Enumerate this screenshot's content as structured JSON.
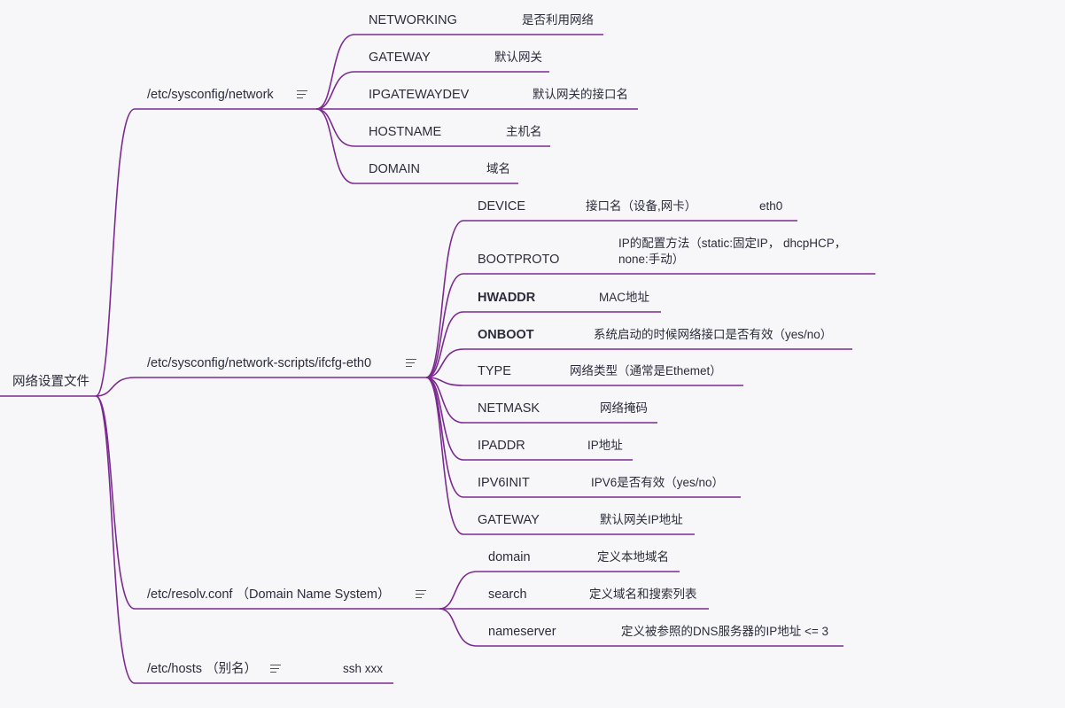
{
  "colors": {
    "branch": "#7b2a8e",
    "text": "#2c2c3a"
  },
  "root": {
    "label": "网络设置文件"
  },
  "topics": [
    {
      "label": "/etc/sysconfig/network",
      "note_icon": "notes-icon",
      "children": [
        {
          "key": "NETWORKING",
          "desc": "是否利用网络"
        },
        {
          "key": "GATEWAY",
          "desc": "默认网关"
        },
        {
          "key": "IPGATEWAYDEV",
          "desc": "默认网关的接口名"
        },
        {
          "key": "HOSTNAME",
          "desc": "主机名"
        },
        {
          "key": "DOMAIN",
          "desc": "域名"
        }
      ]
    },
    {
      "label": "/etc/sysconfig/network-scripts/ifcfg-eth0",
      "note_icon": "notes-icon",
      "children": [
        {
          "key": "DEVICE",
          "desc": "接口名（设备,网卡）",
          "extra": "eth0"
        },
        {
          "key": "BOOTPROTO",
          "desc": "IP的配置方法（static:固定IP， dhcpHCP，none:手动）"
        },
        {
          "key": "HWADDR",
          "desc": "MAC地址"
        },
        {
          "key": "ONBOOT",
          "desc": "系统启动的时候网络接口是否有效（yes/no）"
        },
        {
          "key": "TYPE",
          "desc": "网络类型（通常是Ethemet）"
        },
        {
          "key": "NETMASK",
          "desc": "网络掩码"
        },
        {
          "key": "IPADDR",
          "desc": "IP地址"
        },
        {
          "key": "IPV6INIT",
          "desc": "IPV6是否有效（yes/no）"
        },
        {
          "key": "GATEWAY",
          "desc": "默认网关IP地址"
        }
      ]
    },
    {
      "label": "/etc/resolv.conf （Domain Name System）",
      "note_icon": "notes-icon",
      "children": [
        {
          "key": "domain",
          "desc": "定义本地域名"
        },
        {
          "key": "search",
          "desc": "定义域名和搜索列表"
        },
        {
          "key": "nameserver",
          "desc": "定义被参照的DNS服务器的IP地址 <= 3"
        }
      ]
    },
    {
      "label": "/etc/hosts （别名）",
      "note_icon": "notes-icon",
      "desc": "ssh xxx",
      "children": []
    }
  ]
}
